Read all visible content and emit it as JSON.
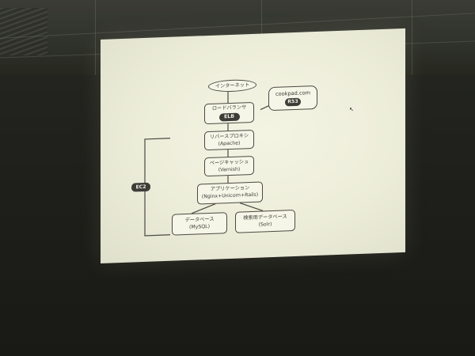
{
  "diagram": {
    "internet": "インターネット",
    "elb": {
      "line1": "ロードバランサ",
      "badge": "ELB"
    },
    "callout": {
      "text": "cookpad.com",
      "badge": "R53"
    },
    "proxy": {
      "line1": "リバースプロキシ",
      "line2": "(Apache)"
    },
    "cache": {
      "line1": "ページキャッシュ",
      "line2": "(Varnish)"
    },
    "app": {
      "line1": "アプリケーション",
      "line2": "(Nginx+Unicorn+Rails)"
    },
    "db": {
      "line1": "データベース",
      "line2": "(MySQL)"
    },
    "search_db": {
      "line1": "検索用データベース",
      "line2": "(Solr)"
    },
    "ec2_label": "EC2"
  },
  "colors": {
    "screen": "#ecedd9",
    "ink": "#3c3c36",
    "badge": "#3d3d38",
    "room": "#1e1e1a"
  },
  "icons": {
    "cursor": "arrow-pointer-icon"
  }
}
